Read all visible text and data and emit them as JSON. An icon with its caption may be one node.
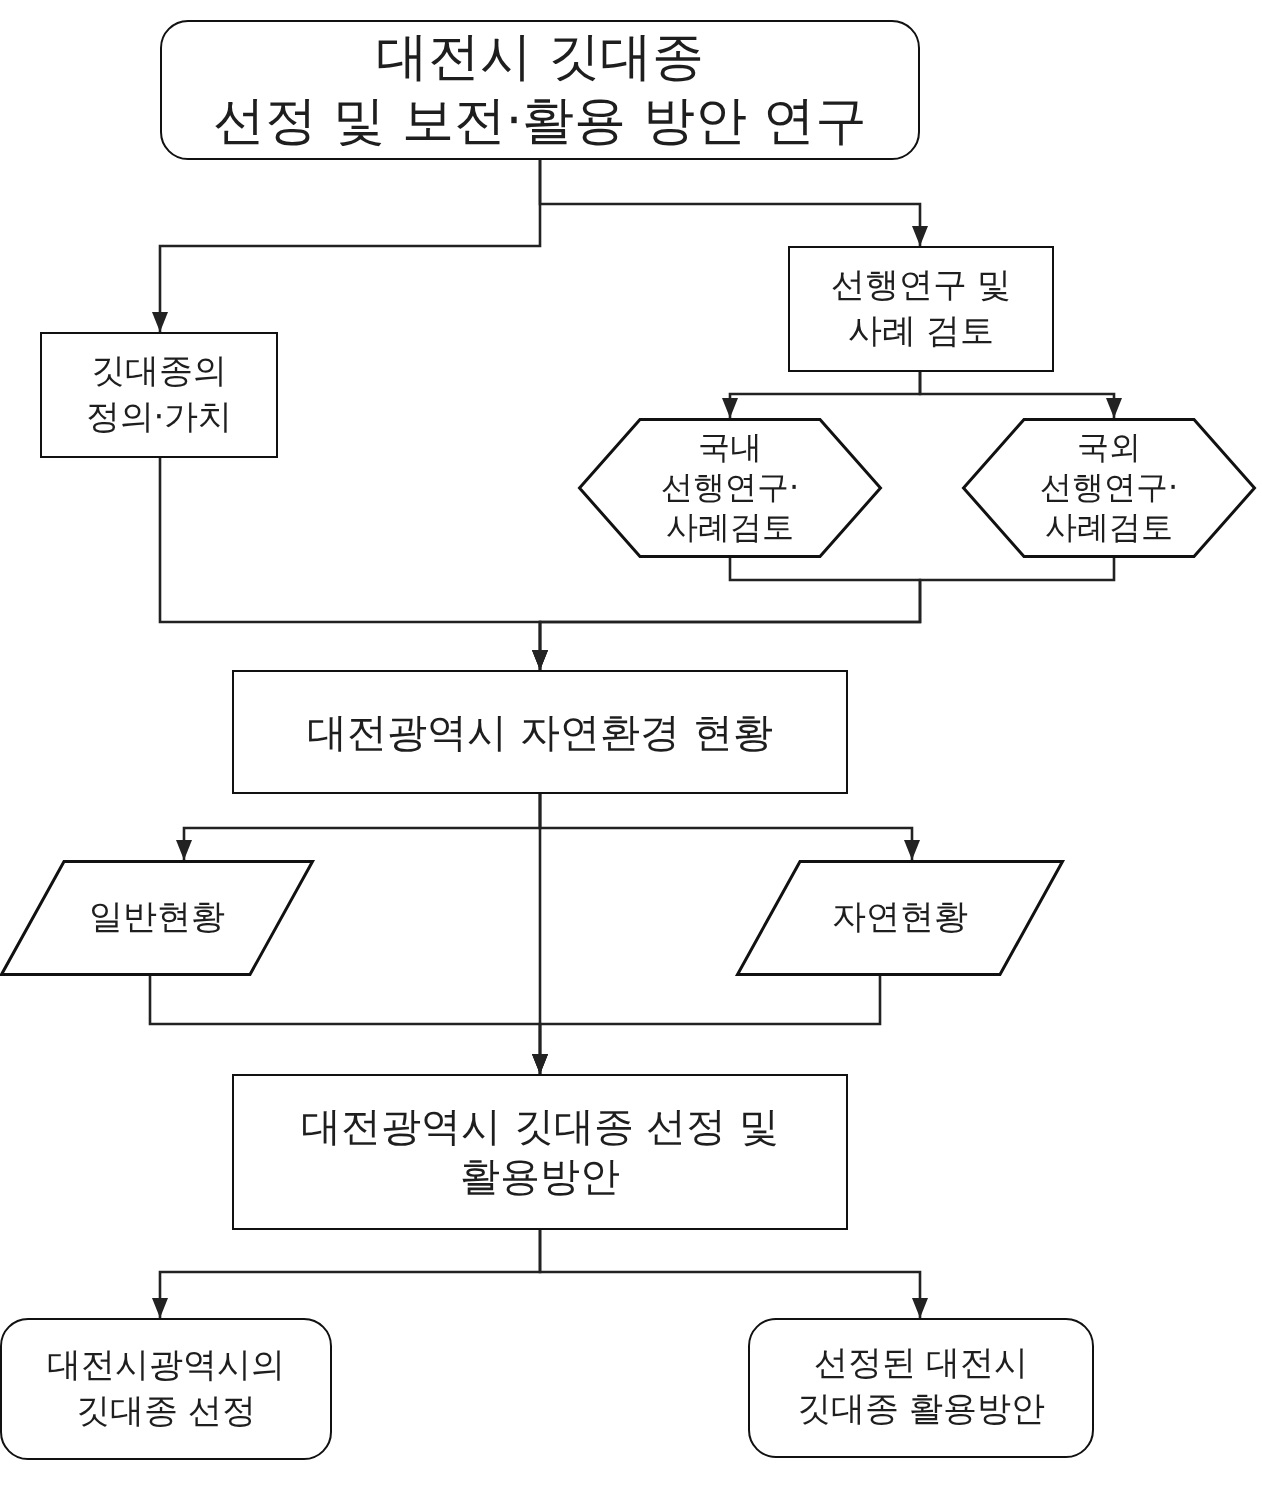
{
  "diagram": {
    "nodes": [
      {
        "text": [
          "대전시 깃대종 선정 및 보전·활용 방안 연구"
        ]
      },
      {
        "text": [
          "깃대종의 정의·가치"
        ]
      },
      {
        "text": [
          "선행연구 및 사례 검토"
        ]
      },
      {
        "text": [
          "국내 선행연구· 사례검토"
        ]
      },
      {
        "text": [
          "국외 선행연구· 사례검토"
        ]
      },
      {
        "text": [
          "대전광역시 자연환경 현황"
        ]
      },
      {
        "text": [
          "일반현황"
        ]
      },
      {
        "text": [
          "자연현황"
        ]
      },
      {
        "text": [
          "대전광역시 깃대종 선정 및 활용방안"
        ]
      },
      {
        "text": [
          "대전시광역시의 깃대종 선정"
        ]
      },
      {
        "text": [
          "선정된 대전시 깃대종 활용방안"
        ]
      }
    ],
    "edges": [
      {
        "from": 0,
        "to": 1,
        "arrow": "to"
      },
      {
        "from": 0,
        "to": 2,
        "arrow": "to"
      },
      {
        "from": 2,
        "to": 3,
        "arrow": "to"
      },
      {
        "from": 2,
        "to": 4,
        "arrow": "to"
      },
      {
        "from": 1,
        "to": 5,
        "arrow": "to"
      },
      {
        "from": 3,
        "to": 5,
        "arrow": "to"
      },
      {
        "from": 4,
        "to": 5,
        "arrow": "to"
      },
      {
        "from": 5,
        "to": 6,
        "arrow": "to"
      },
      {
        "from": 5,
        "to": 7,
        "arrow": "to"
      },
      {
        "from": 5,
        "to": 8,
        "arrow": "to"
      },
      {
        "from": 6,
        "to": 8,
        "arrow": "to"
      },
      {
        "from": 7,
        "to": 8,
        "arrow": "to"
      },
      {
        "from": 8,
        "to": 9,
        "arrow": "to"
      },
      {
        "from": 8,
        "to": 10,
        "arrow": "to"
      }
    ]
  }
}
